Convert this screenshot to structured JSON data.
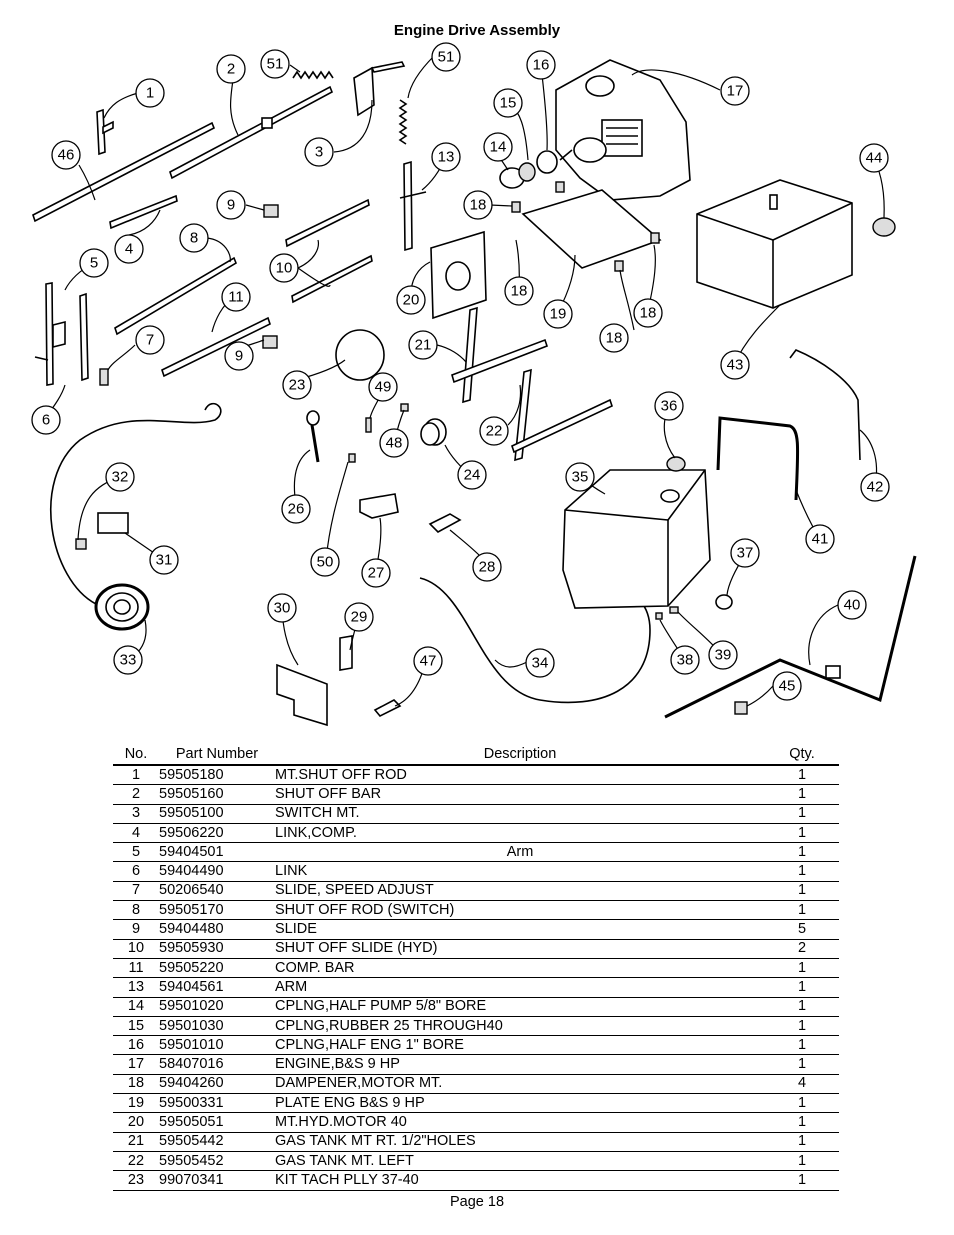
{
  "title": "Engine Drive Assembly",
  "columns": {
    "no": "No.",
    "part": "Part Number",
    "desc": "Description",
    "qty": "Qty."
  },
  "rows": [
    {
      "no": "1",
      "part": "59505180",
      "desc": "MT.SHUT OFF ROD",
      "qty": "1"
    },
    {
      "no": "2",
      "part": "59505160",
      "desc": "SHUT OFF BAR",
      "qty": "1"
    },
    {
      "no": "3",
      "part": "59505100",
      "desc": "SWITCH MT.",
      "qty": "1"
    },
    {
      "no": "4",
      "part": "59506220",
      "desc": "LINK,COMP.",
      "qty": "1"
    },
    {
      "no": "5",
      "part": "59404501",
      "desc": "Arm",
      "qty": "1",
      "centered": true
    },
    {
      "no": "6",
      "part": "59404490",
      "desc": "LINK",
      "qty": "1"
    },
    {
      "no": "7",
      "part": "50206540",
      "desc": "SLIDE, SPEED ADJUST",
      "qty": "1"
    },
    {
      "no": "8",
      "part": "59505170",
      "desc": "SHUT OFF ROD (SWITCH)",
      "qty": "1"
    },
    {
      "no": "9",
      "part": "59404480",
      "desc": "SLIDE",
      "qty": "5"
    },
    {
      "no": "10",
      "part": "59505930",
      "desc": "SHUT OFF SLIDE (HYD)",
      "qty": "2"
    },
    {
      "no": "11",
      "part": "59505220",
      "desc": "COMP. BAR",
      "qty": "1"
    },
    {
      "no": "13",
      "part": "59404561",
      "desc": "ARM",
      "qty": "1"
    },
    {
      "no": "14",
      "part": "59501020",
      "desc": "CPLNG,HALF PUMP 5/8\" BORE",
      "qty": "1"
    },
    {
      "no": "15",
      "part": "59501030",
      "desc": "CPLNG,RUBBER 25 THROUGH40",
      "qty": "1"
    },
    {
      "no": "16",
      "part": "59501010",
      "desc": "CPLNG,HALF ENG 1\" BORE",
      "qty": "1"
    },
    {
      "no": "17",
      "part": "58407016",
      "desc": "ENGINE,B&S 9 HP",
      "qty": "1"
    },
    {
      "no": "18",
      "part": "59404260",
      "desc": "DAMPENER,MOTOR MT.",
      "qty": "4"
    },
    {
      "no": "19",
      "part": "59500331",
      "desc": "PLATE ENG B&S 9 HP",
      "qty": "1"
    },
    {
      "no": "20",
      "part": "59505051",
      "desc": "MT.HYD.MOTOR 40",
      "qty": "1"
    },
    {
      "no": "21",
      "part": "59505442",
      "desc": "GAS TANK MT RT. 1/2\"HOLES",
      "qty": "1"
    },
    {
      "no": "22",
      "part": "59505452",
      "desc": "GAS TANK MT. LEFT",
      "qty": "1"
    },
    {
      "no": "23",
      "part": "99070341",
      "desc": "KIT TACH PLLY 37-40",
      "qty": "1"
    }
  ],
  "callouts": [
    "1",
    "2",
    "3",
    "4",
    "5",
    "6",
    "7",
    "8",
    "9",
    "9",
    "10",
    "11",
    "13",
    "14",
    "15",
    "16",
    "17",
    "18",
    "18",
    "18",
    "18",
    "19",
    "20",
    "21",
    "22",
    "23",
    "24",
    "26",
    "27",
    "28",
    "29",
    "30",
    "31",
    "32",
    "33",
    "34",
    "35",
    "36",
    "37",
    "38",
    "39",
    "40",
    "41",
    "42",
    "43",
    "44",
    "45",
    "46",
    "47",
    "48",
    "49",
    "50",
    "51",
    "51"
  ],
  "page": "Page 18"
}
